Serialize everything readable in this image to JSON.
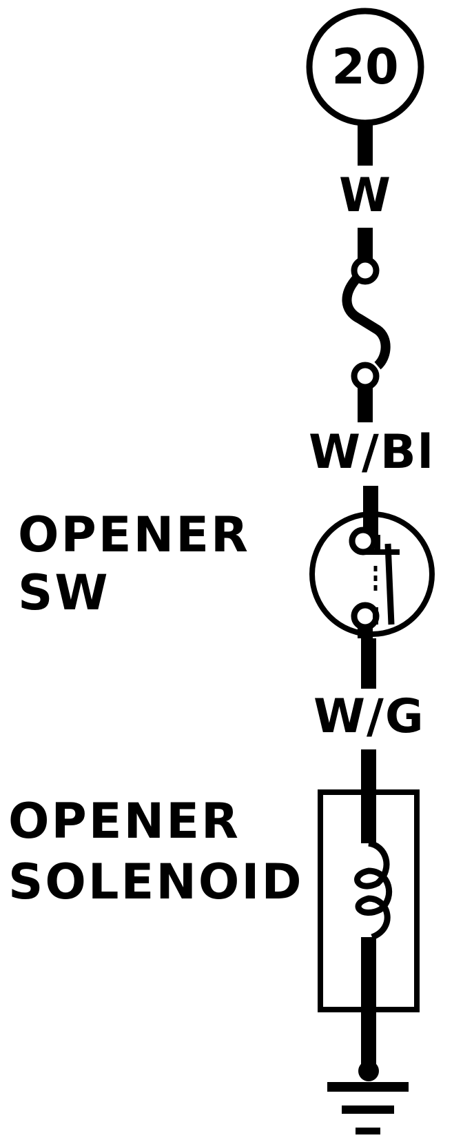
{
  "diagram": {
    "connector_number": "20",
    "wires": {
      "top": "W",
      "middle": "W/Bl",
      "bottom": "W/G"
    },
    "components": {
      "switch": {
        "line1": "OPENER",
        "line2": "SW"
      },
      "solenoid": {
        "line1": "OPENER",
        "line2": "SOLENOID"
      }
    },
    "colors": {
      "ink": "#000000",
      "background": "#ffffff"
    }
  }
}
